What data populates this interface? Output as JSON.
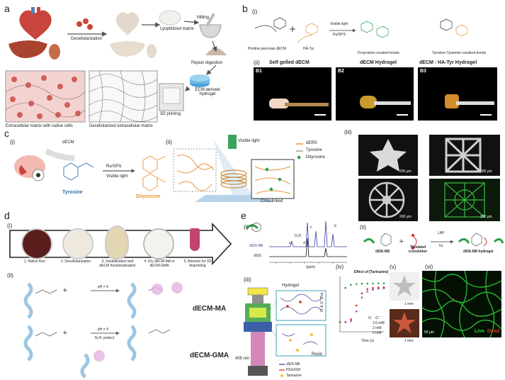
{
  "panels": {
    "a": {
      "label": "a",
      "captions": {
        "decellularization": "Decellularization",
        "lyophilized": "Lyophilized matrix",
        "milling": "Milling",
        "pepsin": "Pepsin digestion",
        "ecm_hydrogel": "ECM-derived hydrogel",
        "printing": "3D printing",
        "native_ecm": "Extracellular matrix with native cells",
        "decell_ecm": "Decellularized extracellular matrix"
      }
    },
    "b": {
      "label": "b",
      "sub_i": "(i)",
      "sub_ii": "(ii)",
      "reagents": {
        "pancreas": "Pristine pancreas dECM",
        "hatyr": "HA-Tyr",
        "conditions_top": "Visible light",
        "conditions_bottom": "Ru/SPS",
        "ditryosine": "Di-tyrosine covalent bonds",
        "tyramine": "Tyrosine-Tyramine covalent bonds"
      },
      "photos": [
        {
          "title": "Self gelled dECM",
          "tag": "B1"
        },
        {
          "title": "dECM Hydrogel",
          "tag": "B2"
        },
        {
          "title": "dECM - HA-Tyr Hydrogel",
          "tag": "B3"
        }
      ]
    },
    "c": {
      "label": "c",
      "sub_i": "(i)",
      "sub_ii": "(ii)",
      "sub_iii": "(iii)",
      "decm": "dECM",
      "tyrosine": "Tyrosine",
      "dityrosine": "Dityrosine",
      "conditions_top": "Ru/SPS",
      "conditions_bottom": "Visible light",
      "visible_light": "Visible light",
      "legend": [
        "dERS",
        "Tyrosine",
        "Dityrosine"
      ],
      "crosslinked": "Crosslinked",
      "scale": [
        "200 µm",
        "200 µm",
        "200 µm",
        "200 µm"
      ]
    },
    "d": {
      "label": "d",
      "sub_i": "(i)",
      "sub_ii": "(ii)",
      "steps": [
        "1. Native liver",
        "2. Decellularization",
        "3. Solubilization and dECM functionalization",
        "4. Dry dECM-MA or dECM-GMA",
        "5. Bioresin for 3D bioprinting"
      ],
      "products": {
        "ma": "dECM-MA",
        "gma": "dECM-GMA"
      },
      "cond_ma": "pH = 9",
      "cond_gma_1": "pH = 9",
      "cond_gma_2": "N₂H, protect"
    },
    "e": {
      "label": "e",
      "sub_i": "(i)",
      "sub_ii": "(ii)",
      "sub_iii": "(iii)",
      "sub_iv": "(iv)",
      "sub_v": "(v)",
      "sub_vi": "(vi)",
      "nmr_labels": [
        "dSIS-NB",
        "dSIS"
      ],
      "nmr_peaks": [
        "a",
        "b",
        "c",
        "d",
        "D₂O"
      ],
      "nmr_axis": "(ppm)",
      "reaction": {
        "reagent1": "dSIS-NB",
        "reagent2": "Thiolated crosslinker",
        "conditions_top": "LAP",
        "conditions_bottom": "hv",
        "product": "dSIS-NB hydrogel"
      },
      "printer": {
        "hydrogel": "Hydrogel",
        "resin": "Resin",
        "wavelength": "405 nm",
        "legend": [
          "dSIS-NB",
          "PEG4SH",
          "Tartrazine"
        ]
      },
      "rheology": {
        "title": "Effect of [Tartrazine]",
        "xlabel": "Time (s)",
        "ylabel": "G' & G'' (Pa)",
        "legend_header": [
          "G'",
          "G''"
        ],
        "legend": [
          "2.5 mM",
          "2 mM",
          "0 mM"
        ]
      },
      "scale_v": [
        "1 mm",
        "1 mm"
      ],
      "scale_vi": "50 µm",
      "live": "Live",
      "dead": "Dead"
    }
  },
  "colors": {
    "orange": "#e8963a",
    "blue": "#2f6fb3",
    "green": "#2a9d4a",
    "red": "#d62728",
    "purple": "#9a4fb5"
  },
  "chart_data": {
    "type": "scatter",
    "title": "Effect of [Tartrazine]",
    "xlabel": "Time (s)",
    "ylabel": "G' & G'' (Pa)",
    "xlim": [
      0,
      40
    ],
    "ylim": [
      1,
      10000
    ],
    "yscale": "log",
    "series": [
      {
        "name": "2.5 mM",
        "x": [
          0,
          5,
          10,
          15,
          20,
          25,
          30,
          35,
          40
        ],
        "values": [
          5,
          5,
          6,
          30,
          300,
          800,
          1100,
          1300,
          1400
        ]
      },
      {
        "name": "2 mM",
        "x": [
          0,
          5,
          10,
          15,
          20,
          25,
          30,
          35,
          40
        ],
        "values": [
          5,
          5,
          8,
          80,
          600,
          1200,
          1500,
          1600,
          1700
        ]
      },
      {
        "name": "0 mM",
        "x": [
          0,
          5,
          10,
          15,
          20,
          25,
          30,
          35,
          40
        ],
        "values": [
          5,
          1500,
          2500,
          2800,
          3000,
          3100,
          3100,
          3200,
          3200
        ]
      }
    ]
  }
}
